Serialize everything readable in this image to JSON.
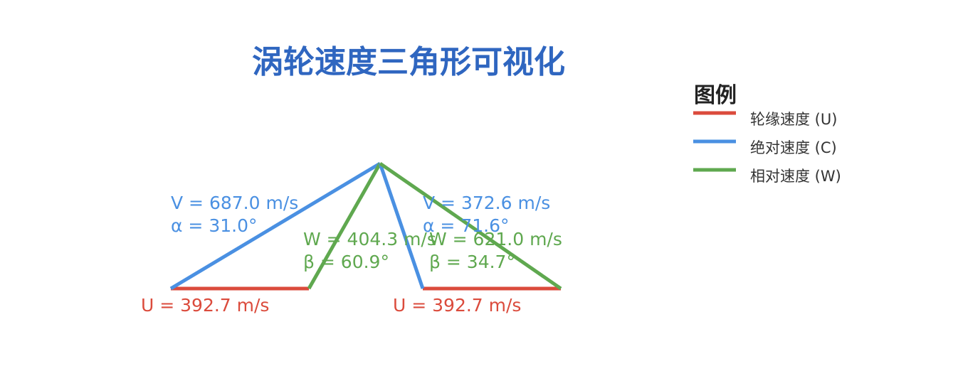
{
  "title": "涡轮速度三角形可视化",
  "colors": {
    "u": "#db4b3c",
    "c": "#4a90e2",
    "w": "#5fa84f",
    "title": "#2f66c0"
  },
  "legend": {
    "title": "图例",
    "items": [
      {
        "key": "u",
        "label": "轮缘速度 (U)"
      },
      {
        "key": "c",
        "label": "绝对速度 (C)"
      },
      {
        "key": "w",
        "label": "相对速度 (W)"
      }
    ]
  },
  "inlet": {
    "u_label": "U = 392.7 m/s",
    "c_v_label": "V = 687.0 m/s",
    "c_angle_label": "α = 31.0°",
    "w_label": "W = 404.3 m/s",
    "w_angle_label": "β = 60.9°"
  },
  "outlet": {
    "u_label": "U = 392.7 m/s",
    "c_v_label": "V = 372.6 m/s",
    "c_angle_label": "α = 71.6°",
    "w_label": "W = 621.0 m/s",
    "w_angle_label": "β = 34.7°"
  }
}
